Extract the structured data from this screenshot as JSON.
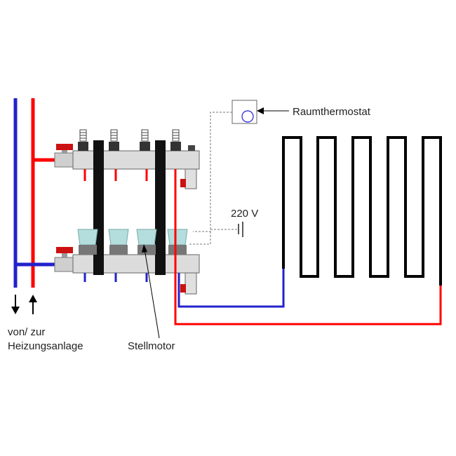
{
  "labels": {
    "thermostat": "Raumthermostat",
    "voltage": "220 V",
    "supply_line1": "von/ zur",
    "supply_line2": "Heizungsanlage",
    "actuator": "Stellmotor"
  },
  "colors": {
    "supply": "#ff0000",
    "return": "#2222cc",
    "heating_loop": "#000000",
    "manifold_bar": "#d8d8d8",
    "valve_handle": "#cc1111",
    "actuator_cap": "#b4dedd",
    "wiring": "#777777"
  },
  "icons": {
    "flow_down": "arrow-down-icon",
    "flow_up": "arrow-up-icon",
    "thermostat": "thermostat-icon",
    "power": "capacitor-symbol-icon"
  }
}
